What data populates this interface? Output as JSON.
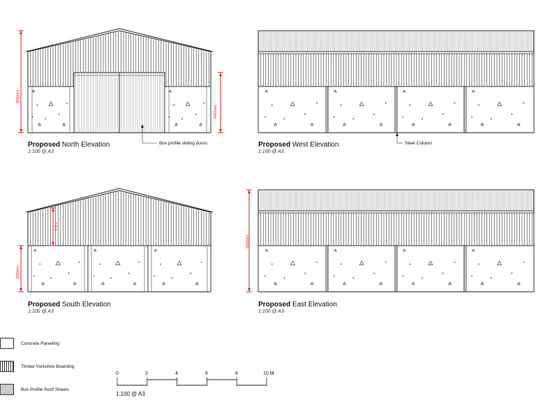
{
  "elevations": {
    "north": {
      "bold": "Proposed",
      "name": "North Elevation",
      "scale": "1:100 @ A3",
      "dim_left": "5560mm",
      "dim_right": "4000mm",
      "note": "Box profile sliding doors"
    },
    "west": {
      "bold": "Proposed",
      "name": "West Elevation",
      "scale": "1:100 @ A3",
      "note": "Steel Column"
    },
    "south": {
      "bold": "Proposed",
      "name": "South Elevation",
      "scale": "1:100 @ A3",
      "dim_left": "3000mm",
      "dim_inner": "2.1m"
    },
    "east": {
      "bold": "Proposed",
      "name": "East Elevation",
      "scale": "1:100 @ A3",
      "dim_left": "5830mm"
    }
  },
  "legend": [
    {
      "key": "concrete",
      "label": "Concrete Panelling"
    },
    {
      "key": "timber",
      "label": "Timber Yorkshire Boarding"
    },
    {
      "key": "roof",
      "label": "Box Profile Roof Sheets"
    }
  ],
  "scale_bar": {
    "ticks": [
      "0",
      "2",
      "4",
      "6",
      "8",
      "10 M"
    ],
    "scale": "1:100 @ A3"
  },
  "colors": {
    "line": "#222222",
    "dimension": "#dd2222",
    "roof_sheet": "#999999"
  }
}
